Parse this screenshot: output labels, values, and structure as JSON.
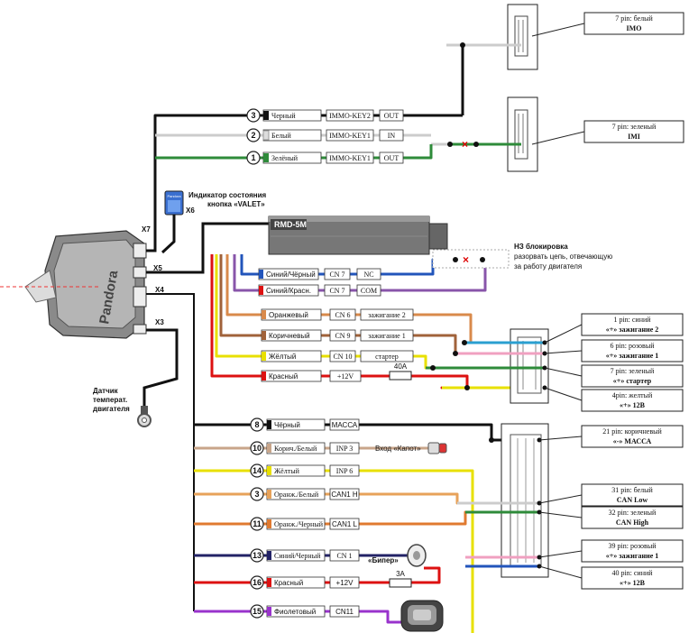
{
  "unit": {
    "name": "Pandora",
    "x7": "X7",
    "x6": "X6",
    "x5": "X5",
    "x4": "X4",
    "x3": "X3"
  },
  "valet": {
    "line1": "Индикатор состояния",
    "line2": "кнопка «VALET»",
    "button_text": "Pandora"
  },
  "sensor": {
    "line1": "Датчик",
    "line2": "температ.",
    "line3": "двигателя"
  },
  "rmd": {
    "title": "RMD-5M"
  },
  "nz": {
    "title": "НЗ блокировка",
    "line1": "разорвать цепь, отвечающую",
    "line2": "за работу двигателя"
  },
  "x7_wires": [
    {
      "num": "3",
      "color_name": "Черный",
      "tag": "IMMO-KEY2",
      "dir": "OUT",
      "color": "#111111"
    },
    {
      "num": "2",
      "color_name": "Белый",
      "tag": "IMMO-KEY1",
      "dir": "IN",
      "color": "#cccccc"
    },
    {
      "num": "1",
      "color_name": "Зелёный",
      "tag": "IMMO-KEY1",
      "dir": "OUT",
      "color": "#2e8b3a"
    }
  ],
  "rmd_wires": [
    {
      "color_name": "Синий/Чёрный",
      "cn": "CN 7",
      "func": "NC",
      "color": "#2255bb"
    },
    {
      "color_name": "Синий/Красн.",
      "cn": "CN 7",
      "func": "COM",
      "color": "#8855aa"
    },
    {
      "color_name": "Оранжевый",
      "cn": "CN 6",
      "func": "зажигание 2",
      "color": "#d98a4b"
    },
    {
      "color_name": "Коричневый",
      "cn": "CN 9",
      "func": "зажигание 1",
      "color": "#a0623a"
    },
    {
      "color_name": "Жёлтый",
      "cn": "CN 10",
      "func": "стартер",
      "color": "#e8e000"
    },
    {
      "color_name": "Красный",
      "cn": "+12V",
      "func": "",
      "fuse": "40A",
      "color": "#dd1111"
    }
  ],
  "x4_wires": [
    {
      "num": "8",
      "color_name": "Чёрный",
      "tag": "МАССА",
      "color": "#111111"
    },
    {
      "num": "10",
      "color_name": "Корич./Белый",
      "tag": "INP 3",
      "color": "#c8a58a"
    },
    {
      "num": "14",
      "color_name": "Жёлтый",
      "tag": "INP 6",
      "color": "#e8e000"
    },
    {
      "num": "3",
      "color_name": "Оранж./Белый",
      "tag": "CAN1 H",
      "color": "#e7a25a"
    },
    {
      "num": "11",
      "color_name": "Оранж./Черный",
      "tag": "CAN1 L",
      "color": "#e07a30"
    },
    {
      "num": "13",
      "color_name": "Синий/Черный",
      "tag": "CN 1",
      "color": "#222266"
    },
    {
      "num": "16",
      "color_name": "Красный",
      "tag": "+12V",
      "fuse": "3A",
      "color": "#dd1111"
    },
    {
      "num": "15",
      "color_name": "Фиолетовый",
      "tag": "CN11",
      "color": "#9933cc"
    }
  ],
  "hood_input": "Вход «Капот»",
  "beeper": "«Бипер»",
  "imo_labels": [
    {
      "line1": "7 pin: белый",
      "line2": "IMO"
    },
    {
      "line1": "7 pin: зеленый",
      "line2": "IMI"
    }
  ],
  "ign_labels": [
    {
      "line1": "1 pin: синий",
      "line2": "«+» зажигание 2"
    },
    {
      "line1": "6 pin: розовый",
      "line2": "«+» зажигание 1"
    },
    {
      "line1": "7 pin: зеленый",
      "line2": "«+» стартер"
    },
    {
      "line1": "4pin: желтый",
      "line2": "«+» 12В"
    }
  ],
  "can_labels": [
    {
      "line1": "21 pin: коричневый",
      "line2": "«-» МАССА"
    },
    {
      "line1": "31 pin: белый",
      "line2": "CAN    Low"
    },
    {
      "line1": "32 pin: зеленый",
      "line2": "CAN    High"
    },
    {
      "line1": "39 pin: розовый",
      "line2": "«+» зажигание 1"
    },
    {
      "line1": "40 pin: синий",
      "line2": "«+» 12В"
    }
  ]
}
